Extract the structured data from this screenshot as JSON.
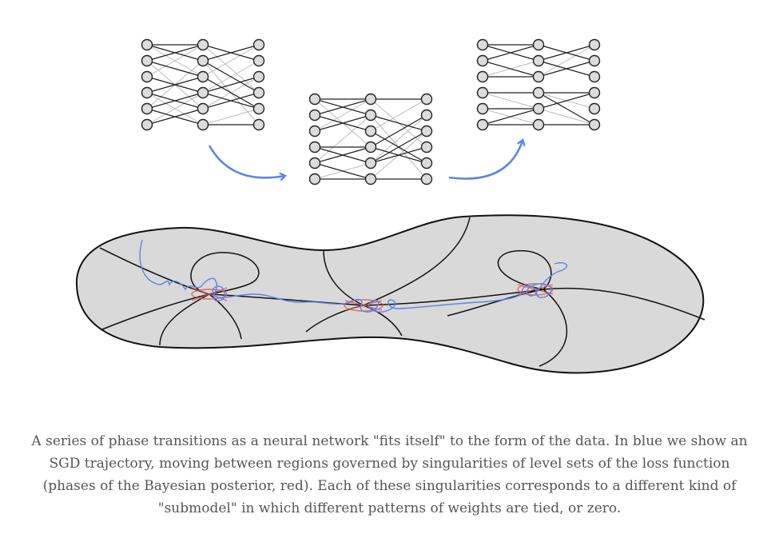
{
  "caption": {
    "lines": [
      "A series of phase transitions as a neural network \"fits itself\" to the form of the data. In blue we show an",
      "SGD trajectory, moving between regions governed by singularities of level sets of the loss function",
      "(phases of the Bayesian posterior, red). Each of these singularities corresponds to a different kind of",
      "\"submodel\" in which different patterns of weights are tied, or zero."
    ]
  },
  "colors": {
    "trajectory": "#5b86e5",
    "singularity": "#e05050",
    "surface_fill": "#d9d9d9",
    "node_fill": "#dcdcdc",
    "caption_text": "#555555"
  }
}
